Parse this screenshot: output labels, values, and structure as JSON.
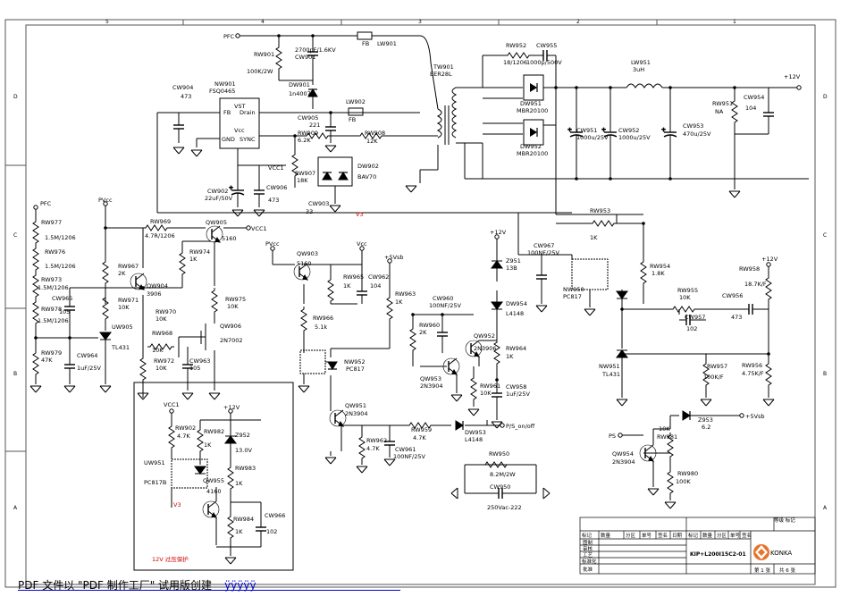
{
  "frame": {
    "columns": [
      "5",
      "4",
      "3",
      "2",
      "1"
    ],
    "rows": [
      "D",
      "C",
      "B",
      "A"
    ]
  },
  "nets": {
    "pfc": "PFC",
    "pfc2": "PFC",
    "vcc1": "VCC1",
    "vcc1_b": "VCC1",
    "vcc1_c": "VCC1",
    "pvcc": "PVcc",
    "pvcc2": "PVcc",
    "vcc": "Vcc",
    "p12v": "+12V",
    "p12v_b": "+12V",
    "p12v_c": "+12V",
    "p12v_d": "+12V",
    "p5vsb": "+5Vsb",
    "p5vsb_b": "+5Vsb",
    "ps": "PS",
    "ps_on": "P/S_on/off",
    "v3": "V3",
    "v3_b": "V3"
  },
  "components": {
    "rw901": {
      "ref": "RW901",
      "val": "100K/2W"
    },
    "cw901": {
      "ref": "CW901",
      "val": "2700pF/1.6KV"
    },
    "dw901": {
      "ref": "DW901",
      "val": "1n4007"
    },
    "fb1": {
      "ref": "FB"
    },
    "lw901": {
      "ref": "LW901"
    },
    "nw901": {
      "ref": "NW901",
      "val": "FSQ0465"
    },
    "nw901_pins": {
      "fb": "FB",
      "drain": "Drain",
      "vst": "VST",
      "gnd": "GND",
      "sync": "SYNC",
      "vcc": "Vcc"
    },
    "cw904": {
      "ref": "CW904",
      "val": "473"
    },
    "lw902": {
      "ref": "LW902"
    },
    "fb2": {
      "ref": "FB"
    },
    "cw905": {
      "ref": "CW905",
      "val": "221"
    },
    "rw909": {
      "ref": "RW909",
      "val": "6.2K"
    },
    "rw908": {
      "ref": "RW908",
      "val": "12K"
    },
    "rw907": {
      "ref": "RW907",
      "val": "18K"
    },
    "dw902": {
      "ref": "DW902",
      "val": "BAV70"
    },
    "cw902": {
      "ref": "CW902",
      "val": "22uF/50V"
    },
    "cw906": {
      "ref": "CW906",
      "val": "473"
    },
    "cw903": {
      "ref": "CW903",
      "val": "33"
    },
    "tw901": {
      "ref": "TW901",
      "val": "EER28L"
    },
    "rw952": {
      "ref": "RW952",
      "val": "18/1206"
    },
    "cw955": {
      "ref": "CW955",
      "val": "1000p/500V"
    },
    "dw951": {
      "ref": "DW951",
      "val": "MBR20100"
    },
    "dw952": {
      "ref": "DW952",
      "val": "MBR20100"
    },
    "lw951": {
      "ref": "LW951",
      "val": "3uH"
    },
    "cw951": {
      "ref": "CW951",
      "val": "1000u/25V"
    },
    "cw952": {
      "ref": "CW952",
      "val": "1000u/25V"
    },
    "cw953": {
      "ref": "CW953",
      "val": "470u/25V"
    },
    "rw951": {
      "ref": "RW951",
      "val": "NA"
    },
    "cw954": {
      "ref": "CW954",
      "val": "104"
    },
    "rw977": {
      "ref": "RW977",
      "val": "1.5M/1206"
    },
    "rw976": {
      "ref": "RW976",
      "val": "1.5M/1206"
    },
    "rw973": {
      "ref": "RW973",
      "val": "1.5M/1206"
    },
    "rw978": {
      "ref": "RW978",
      "val": "1.5M/1206"
    },
    "rw979": {
      "ref": "RW979",
      "val": "47K"
    },
    "cw965": {
      "ref": "CW965",
      "val": "105"
    },
    "cw964": {
      "ref": "CW964",
      "val": "1uF/25V"
    },
    "rw969": {
      "ref": "RW969",
      "val": "4.7R/1206"
    },
    "qw905": {
      "ref": "QW905",
      "val": "5160"
    },
    "rw967": {
      "ref": "RW967",
      "val": "2K"
    },
    "rw974": {
      "ref": "RW974",
      "val": "1K"
    },
    "qw904": {
      "ref": "QW904",
      "val": "3906"
    },
    "rw971": {
      "ref": "RW971",
      "val": "10K"
    },
    "uw905": {
      "ref": "UW905",
      "val": "TL431"
    },
    "rw970": {
      "ref": "RW970",
      "val": "10K"
    },
    "rw975": {
      "ref": "RW975",
      "val": "10K"
    },
    "rw968": {
      "ref": "RW968",
      "val": "10K"
    },
    "qw906": {
      "ref": "QW906",
      "val": "2N7002"
    },
    "rw972": {
      "ref": "RW972",
      "val": "10K"
    },
    "cw963": {
      "ref": "CW963",
      "val": "105"
    },
    "qw903": {
      "ref": "QW903",
      "val": "5160"
    },
    "rw965": {
      "ref": "RW965",
      "val": "1K"
    },
    "cw962": {
      "ref": "CW962",
      "val": "104"
    },
    "rw966": {
      "ref": "RW966",
      "val": "5.1k"
    },
    "nw952": {
      "ref": "NW952",
      "val": "PC817"
    },
    "rw963": {
      "ref": "RW963",
      "val": "1K"
    },
    "cw960": {
      "ref": "CW960",
      "val": "100NF/25V"
    },
    "rw960": {
      "ref": "RW960",
      "val": "2K"
    },
    "qw952": {
      "ref": "QW952",
      "val": "2N3906"
    },
    "qw953": {
      "ref": "QW953",
      "val": "2N3904"
    },
    "rw961": {
      "ref": "RW961",
      "val": "10K"
    },
    "z951": {
      "ref": "Z951",
      "val": "13B"
    },
    "dw954": {
      "ref": "DW954",
      "val": "L4148"
    },
    "rw964": {
      "ref": "RW964",
      "val": "1K"
    },
    "cw958": {
      "ref": "CW958",
      "val": "1uF/25V"
    },
    "qw951": {
      "ref": "QW951",
      "val": "2N3904"
    },
    "rw959": {
      "ref": "RW959",
      "val": "4.7K"
    },
    "dw953": {
      "ref": "DW953",
      "val": "L4148"
    },
    "rw962": {
      "ref": "RW962",
      "val": "4.7K"
    },
    "cw961": {
      "ref": "CW961",
      "val": "100NF/25V"
    },
    "cw967": {
      "ref": "CW967",
      "val": "100NF/25V"
    },
    "nw950": {
      "ref": "NW950",
      "val": "PC817"
    },
    "rw953": {
      "ref": "RW953",
      "val": "1K"
    },
    "rw954": {
      "ref": "RW954",
      "val": "1.8K"
    },
    "rw955": {
      "ref": "RW955",
      "val": "10K"
    },
    "cw957": {
      "ref": "CW957",
      "val": "102"
    },
    "cw956": {
      "ref": "CW956",
      "val": "473"
    },
    "rw958": {
      "ref": "RW958",
      "val": "18.7K/F"
    },
    "nw951": {
      "ref": "NW951",
      "val": "TL431"
    },
    "rw957": {
      "ref": "RW957",
      "val": "100K/F"
    },
    "rw956": {
      "ref": "RW956",
      "val": "4.75K/F"
    },
    "rw950": {
      "ref": "RW950",
      "val": "8.2M/2W"
    },
    "cw950": {
      "ref": "CW950",
      "val": "250Vac-222"
    },
    "z953": {
      "ref": "Z953",
      "val": "6.2"
    },
    "rw981": {
      "ref": "RW981",
      "val": "10K"
    },
    "qw954": {
      "ref": "QW954",
      "val": "2N3904"
    },
    "rw980": {
      "ref": "RW980",
      "val": "100K"
    },
    "rw902": {
      "ref": "RW902",
      "val": "4.7K"
    },
    "uw951": {
      "ref": "UW951",
      "val": "PC817B"
    },
    "rw982": {
      "ref": "RW982",
      "val": "1K"
    },
    "z952": {
      "ref": "Z952",
      "val": "13.0V"
    },
    "qw955": {
      "ref": "QW955",
      "val": "4160"
    },
    "rw983": {
      "ref": "RW983",
      "val": "1K"
    },
    "rw984": {
      "ref": "RW984",
      "val": "1K"
    },
    "cw966": {
      "ref": "CW966",
      "val": "102"
    }
  },
  "ovp_box": {
    "caption": "12V 过压保护"
  },
  "title_block": {
    "grade_label": "等级 标记",
    "header_cells": [
      "标记",
      "数量",
      "分区",
      "单号",
      "签名",
      "日期"
    ],
    "rows": [
      "图制",
      "审核",
      "工艺",
      "标准化",
      "批准"
    ],
    "drawing_no": "KIP+L200I15C2-01",
    "sheet": "第 1 张",
    "total": "共 6 张",
    "brand": "KONKA"
  },
  "footer": {
    "text": "PDF 文件以 \"PDF 制作工厂\" 试用版创建",
    "link": "ÿÿÿÿÿ"
  },
  "colors": {
    "ink": "#000000",
    "border": "#555555",
    "ovp_caption": "#cc0000",
    "brand_logo": "#e8732a",
    "footer_link": "#0000cc"
  }
}
